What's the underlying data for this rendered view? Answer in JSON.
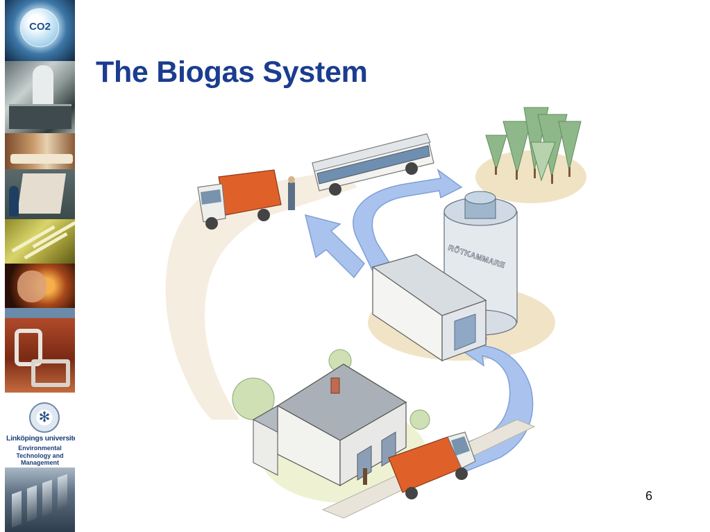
{
  "slide": {
    "title": "The Biogas System",
    "page_number": "6"
  },
  "sidebar": {
    "co2_label": "CO2",
    "university": "Linköpings universitet",
    "department": "Environmental Technology and Management"
  },
  "illustration": {
    "tank_label": "RÖTKAMMARE"
  },
  "colors": {
    "title": "#1b3d8f",
    "arrow": "#a9c3ee",
    "road": "#f3ead9",
    "truck": "#e0602a"
  }
}
